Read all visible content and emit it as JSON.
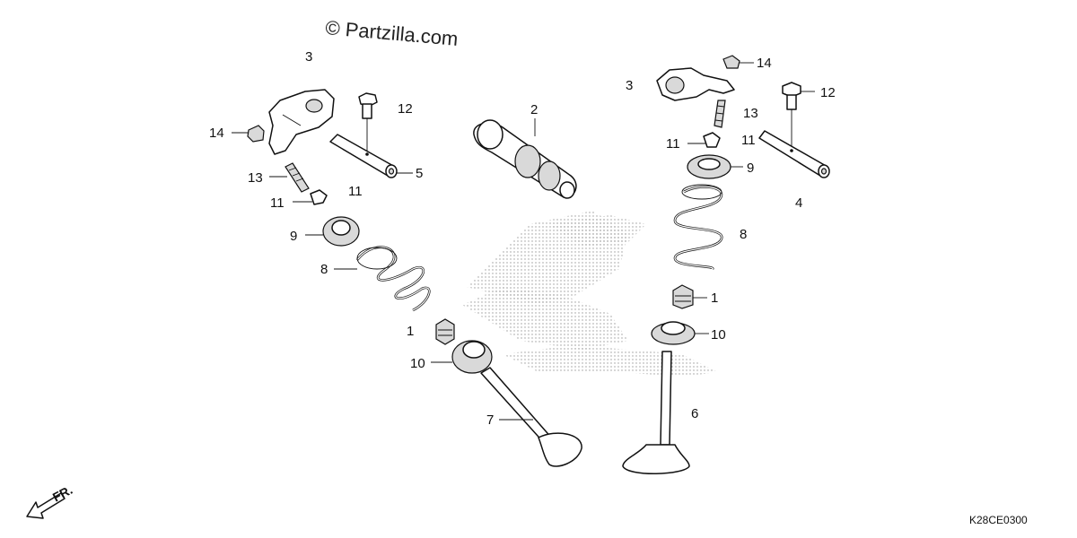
{
  "watermark": "© Partzilla.com",
  "diagram_code": "K28CE0300",
  "direction_label": "FR.",
  "callouts": {
    "l_rocker_arm": "3",
    "l_nut": "14",
    "l_bolt": "12",
    "l_screw": "13",
    "l_shaft": "5",
    "l_clip": "11",
    "l_clip_b": "11",
    "camshaft": "2",
    "l_retainer": "9",
    "l_spring": "8",
    "l_seal": "1",
    "l_seat": "10",
    "l_valve": "7",
    "r_rocker_arm": "3",
    "r_nut": "14",
    "r_bolt": "12",
    "r_screw": "13",
    "r_clip": "11",
    "r_clip_b": "11",
    "r_shaft": "4",
    "r_retainer": "9",
    "r_spring": "8",
    "r_seal": "1",
    "r_seat": "10",
    "r_valve": "6"
  }
}
